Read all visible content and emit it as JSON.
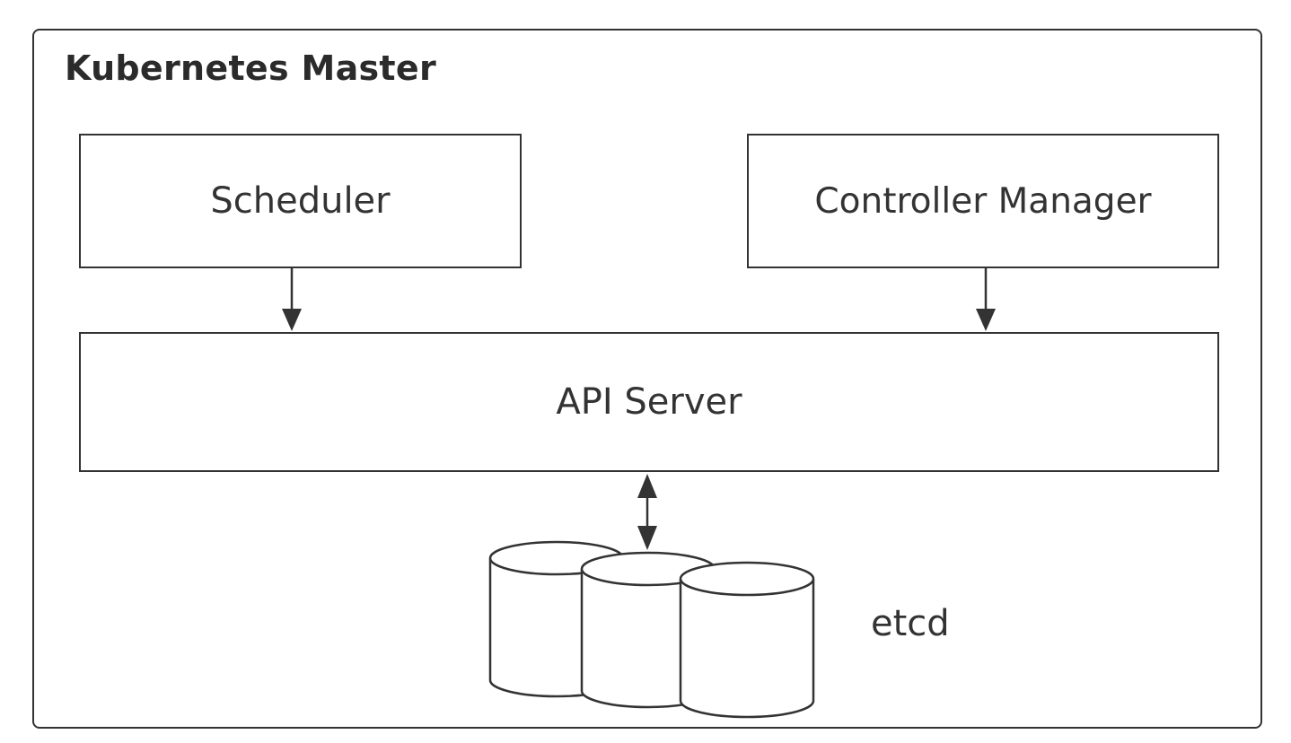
{
  "diagram": {
    "title": "Kubernetes Master",
    "components": {
      "scheduler": "Scheduler",
      "controller_manager": "Controller Manager",
      "api_server": "API Server",
      "etcd": "etcd"
    },
    "connections": [
      {
        "from": "Scheduler",
        "to": "API Server",
        "direction": "one-way"
      },
      {
        "from": "Controller Manager",
        "to": "API Server",
        "direction": "one-way"
      },
      {
        "from": "API Server",
        "to": "etcd",
        "direction": "two-way"
      }
    ],
    "colors": {
      "stroke": "#333333",
      "text": "#333333",
      "background": "#ffffff"
    }
  }
}
